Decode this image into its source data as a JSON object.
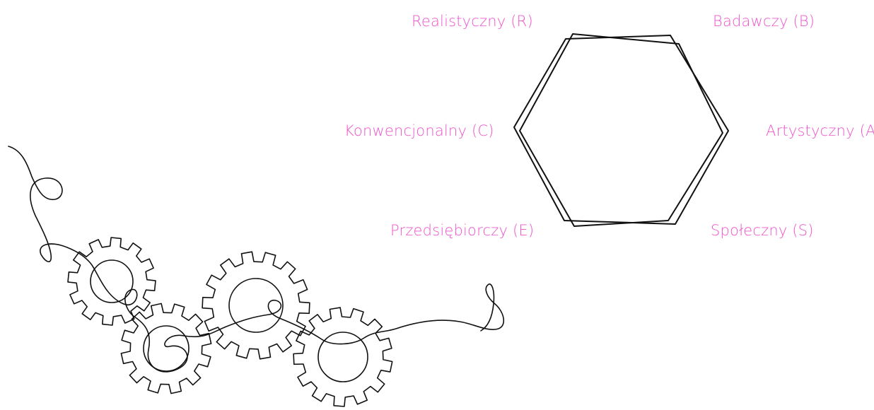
{
  "colors": {
    "label": "#ee55cc",
    "stroke": "#111111",
    "background": "#ffffff"
  },
  "labels": {
    "realistic": "Realistyczny (R)",
    "investigative": "Badawczy (B)",
    "conventional": "Konwencjonalny (C)",
    "artistic": "Artystyczny (A)",
    "enterprising": "Przedsiębiorczy (E)",
    "social": "Społeczny (S)"
  },
  "icons": {
    "hexagon": "hexagon-icon",
    "gears": "gears-line-art-icon"
  }
}
